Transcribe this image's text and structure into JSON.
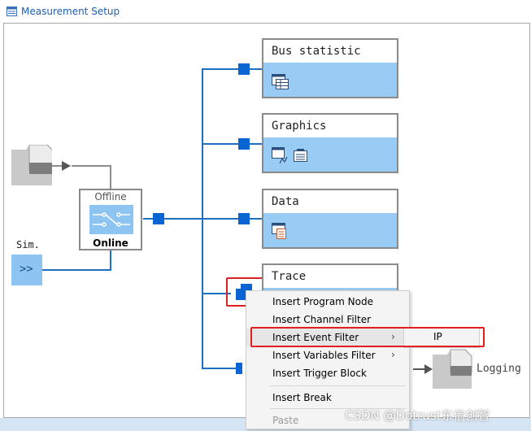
{
  "window": {
    "title": "Measurement Setup"
  },
  "colors": {
    "accent_blue": "#0a64d2",
    "block_band": "#99ccf5",
    "highlight_red": "#e02020"
  },
  "blocks": [
    {
      "label": "Bus statistic"
    },
    {
      "label": "Graphics"
    },
    {
      "label": "Data"
    },
    {
      "label": "Trace"
    }
  ],
  "switch": {
    "offline_label": "Offline",
    "online_label": "Online"
  },
  "sources": {
    "sim_label": "Sim.",
    "sim_glyph": ">>"
  },
  "logging": {
    "label": "Logging"
  },
  "context_menu": {
    "items": [
      {
        "label": "Insert Program Node",
        "has_submenu": false,
        "enabled": true
      },
      {
        "label": "Insert Channel Filter",
        "has_submenu": false,
        "enabled": true
      },
      {
        "label": "Insert Event Filter",
        "has_submenu": true,
        "enabled": true,
        "highlighted": true
      },
      {
        "label": "Insert Variables Filter",
        "has_submenu": true,
        "enabled": true
      },
      {
        "label": "Insert Trigger Block",
        "has_submenu": false,
        "enabled": true
      },
      {
        "label": "Insert Break",
        "has_submenu": false,
        "enabled": true
      },
      {
        "label": "Paste",
        "has_submenu": false,
        "enabled": false
      }
    ],
    "submenu_arrow": "›"
  },
  "submenu": {
    "items": [
      {
        "label": "IP"
      }
    ]
  },
  "watermark": "CSDN @Dotrust东信创智"
}
